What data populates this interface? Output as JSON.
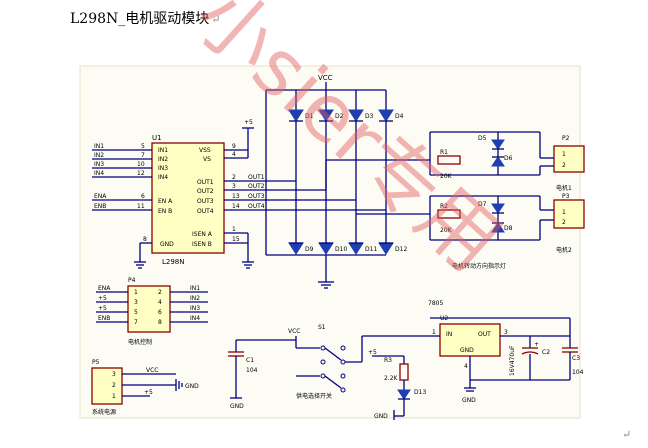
{
  "document": {
    "title": "L298N_电机驱动模块",
    "paragraph_mark": "↵"
  },
  "watermark": "小sier专用",
  "components": {
    "u1": {
      "ref": "U1",
      "part": "L298N",
      "left_pins": [
        {
          "name": "IN1",
          "num": "5"
        },
        {
          "name": "IN2",
          "num": "7"
        },
        {
          "name": "IN3",
          "num": "10"
        },
        {
          "name": "IN4",
          "num": "12"
        },
        {
          "name": "EN A",
          "num": "6"
        },
        {
          "name": "EN B",
          "num": "11"
        },
        {
          "name": "GND",
          "num": "8"
        }
      ],
      "right_pins": [
        {
          "name": "VSS",
          "num": "9"
        },
        {
          "name": "VS",
          "num": "4"
        },
        {
          "name": "OUT1",
          "num": "2"
        },
        {
          "name": "OUT2",
          "num": "3"
        },
        {
          "name": "OUT3",
          "num": "13"
        },
        {
          "name": "OUT4",
          "num": "14"
        },
        {
          "name": "ISEN A",
          "num": "1"
        },
        {
          "name": "ISEN B",
          "num": "15"
        }
      ]
    },
    "u1_nets": {
      "inputs": [
        "IN1",
        "IN2",
        "IN3",
        "IN4"
      ],
      "enables": [
        "ENA",
        "ENB"
      ],
      "outputs": [
        "OUT1",
        "OUT2",
        "OUT3",
        "OUT4"
      ],
      "plus5": "+5"
    },
    "diodes_top": [
      "D1",
      "D2",
      "D3",
      "D4"
    ],
    "diodes_bottom": [
      "D9",
      "D10",
      "D11",
      "D12"
    ],
    "vcc": "VCC",
    "r1": {
      "ref": "R1",
      "value": "20K"
    },
    "r2": {
      "ref": "R2",
      "value": "20K"
    },
    "leds": [
      "D5",
      "D6",
      "D7",
      "D8"
    ],
    "p2": {
      "ref": "P2",
      "pins": [
        "1",
        "2"
      ],
      "label": "电机1"
    },
    "p3": {
      "ref": "P3",
      "pins": [
        "1",
        "2"
      ],
      "label": "电机2"
    },
    "led_caption": "电机转动方向指示灯",
    "p4": {
      "ref": "P4",
      "left_nets": [
        "ENA",
        "+5",
        "+5",
        "ENB"
      ],
      "left_nums": [
        "1",
        "3",
        "5",
        "7"
      ],
      "right_nums": [
        "2",
        "4",
        "6",
        "8"
      ],
      "right_nets": [
        "IN1",
        "IN2",
        "IN3",
        "IN4"
      ],
      "label": "电机控制"
    },
    "p5": {
      "ref": "P5",
      "pins": [
        "3",
        "2",
        "1"
      ],
      "nets": [
        "VCC",
        "GND",
        "+5"
      ],
      "label": "系统电源"
    },
    "regulator": {
      "part": "7805",
      "ref": "U2",
      "in": "IN",
      "out": "OUT",
      "gnd": "GND",
      "pin_in": "1",
      "pin_out": "3",
      "pin_gnd": "4"
    },
    "s1": {
      "ref": "S1",
      "label": "供电选择开关"
    },
    "c1": {
      "ref": "C1",
      "value": "104"
    },
    "c2": {
      "ref": "C2",
      "value": "16V470uF"
    },
    "c3": {
      "ref": "C3",
      "value": "104"
    },
    "r3": {
      "ref": "R3",
      "value": "2.2K"
    },
    "d13": "D13",
    "gnd": "GND",
    "plus5": "+5",
    "plus_sign": "+"
  },
  "colors": {
    "wire": "#000080",
    "component": "#8b0000",
    "ic_fill": "#ffffc4",
    "diode": "#1f3fb0",
    "watermark": "#e35a5a"
  }
}
